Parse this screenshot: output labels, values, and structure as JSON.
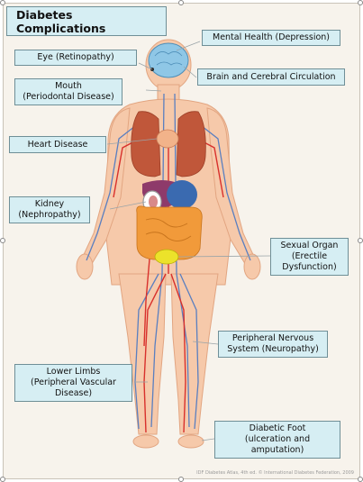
{
  "title": "Diabetes Complications",
  "labels": {
    "eye": "Eye (Retinopathy)",
    "mental_health": "Mental Health (Depression)",
    "mouth": "Mouth\n(Periodontal Disease)",
    "brain": "Brain and Cerebral Circulation",
    "heart": "Heart Disease",
    "kidney": "Kidney\n(Nephropathy)",
    "sexual_organ": "Sexual Organ\n(Erectile\nDysfunction)",
    "nerves": "Peripheral Nervous\nSystem (Neuropathy)",
    "lower_limbs": "Lower Limbs\n(Peripheral Vascular\nDisease)",
    "foot": "Diabetic Foot\n(ulceration and\namputation)"
  },
  "credit": "IDF Diabetes Atlas, 4th ed. © International Diabetes Federation, 2009",
  "colors": {
    "label_fill": "#d6eef3",
    "skin": "#f6c9aa",
    "artery": "#d8302c",
    "vein": "#5a7fc0",
    "lungs": "#c0573a",
    "intestine": "#f19a3a"
  }
}
